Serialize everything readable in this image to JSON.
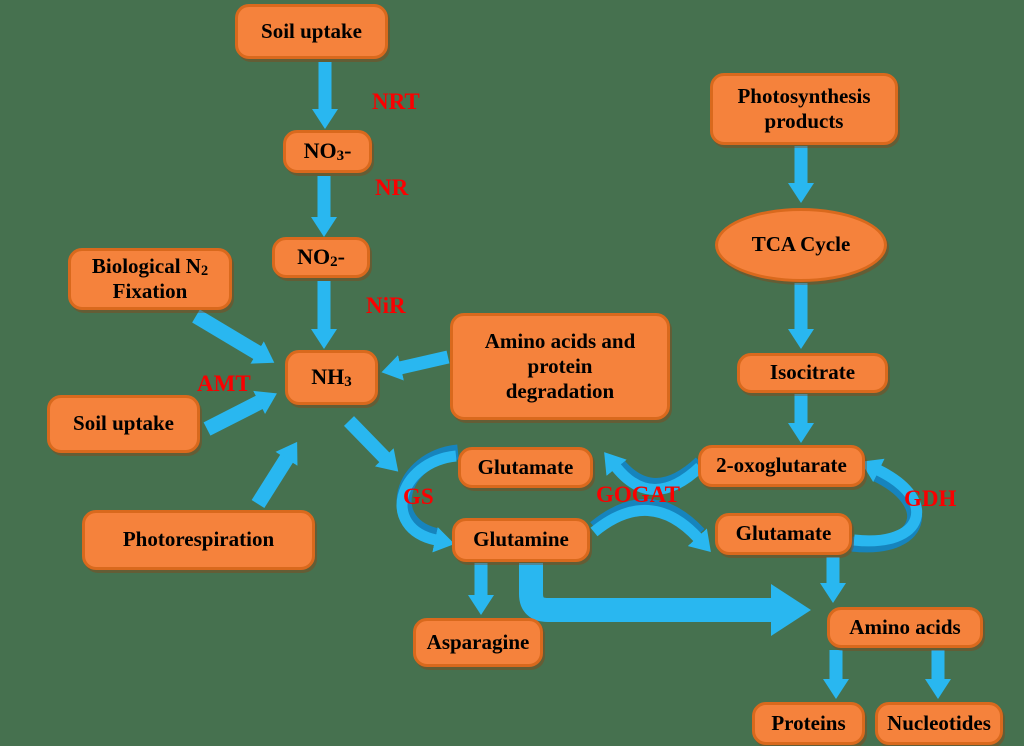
{
  "colors": {
    "background": "#46714f",
    "box_fill": "#f5823c",
    "box_border": "#d9691d",
    "arrow": "#29b7f0",
    "arrow_dark": "#1684bd",
    "enzyme_label": "#fa0000",
    "box_text": "#000000"
  },
  "nodes": {
    "soil_uptake_top": {
      "label": "Soil uptake"
    },
    "no3": {
      "pre": "NO",
      "sub": "3",
      "post": "-"
    },
    "no2": {
      "pre": "NO",
      "sub": "2",
      "post": "-"
    },
    "nh3": {
      "pre": "NH",
      "sub": "3",
      "post": ""
    },
    "biological_n2_fixation": {
      "pre": "Biological N",
      "sub": "2",
      "post": " Fixation"
    },
    "soil_uptake_left": {
      "label": "Soil uptake"
    },
    "amino_acid_degradation": {
      "label": "Amino acids and protein degradation"
    },
    "photorespiration": {
      "label": "Photorespiration"
    },
    "photosynthesis_products": {
      "label": "Photosynthesis products"
    },
    "tca_cycle": {
      "label": "TCA Cycle"
    },
    "isocitrate": {
      "label": "Isocitrate"
    },
    "oxoglutarate": {
      "label": "2-oxoglutarate"
    },
    "glutamate_mid": {
      "label": "Glutamate"
    },
    "glutamine": {
      "label": "Glutamine"
    },
    "glutamate_right": {
      "label": "Glutamate"
    },
    "asparagine": {
      "label": "Asparagine"
    },
    "amino_acids": {
      "label": "Amino acids"
    },
    "proteins": {
      "label": "Proteins"
    },
    "nucleotides": {
      "label": "Nucleotides"
    }
  },
  "enzymes": {
    "nrt": "NRT",
    "nr": "NR",
    "nir": "NiR",
    "amt": "AMT",
    "gs": "GS",
    "gogat": "GOGAT",
    "gdh": "GDH"
  }
}
